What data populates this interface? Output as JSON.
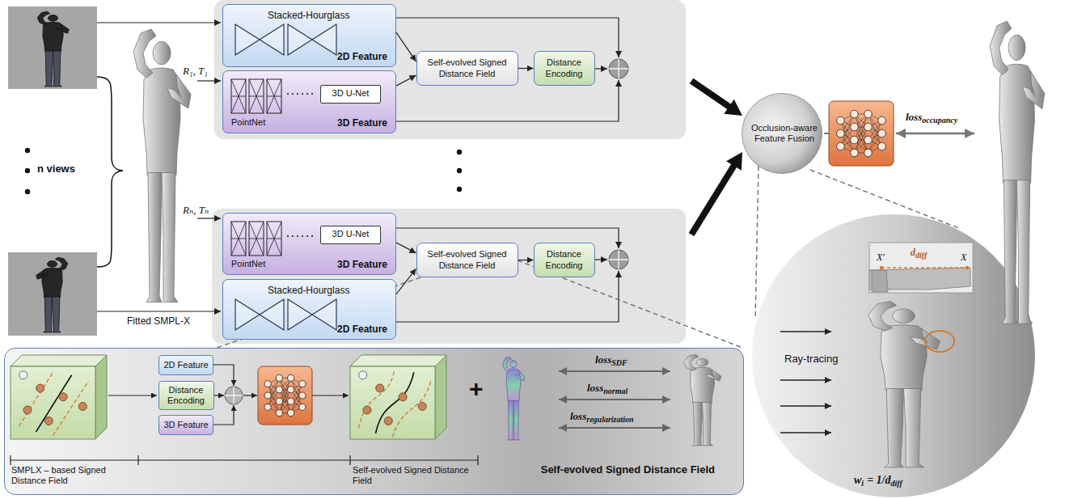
{
  "diagram": {
    "nodes": [
      {
        "text": [
          "Stacked-Hourglass",
          "2D Feature"
        ]
      },
      {
        "text": [
          "PointNet",
          "3D Feature"
        ]
      },
      {
        "text": [
          "3D U-Net"
        ],
        "in": 1
      },
      {
        "text": [
          "Self-evolved Signed Distance Field"
        ]
      },
      {
        "text": [
          "Distance Encoding"
        ]
      },
      {
        "text": [
          "PointNet",
          "3D Feature"
        ]
      },
      {
        "text": [
          "3D U-Net"
        ],
        "in": 5
      },
      {
        "text": [
          "Self-evolved Signed Distance Field"
        ]
      },
      {
        "text": [
          "Distance Encoding"
        ]
      },
      {
        "text": [
          "Stacked-Hourglass",
          "2D Feature"
        ]
      },
      {
        "text": [
          "Occlusion-aware Feature Fusion"
        ]
      },
      {
        "text": [
          "Self-evolved Signed Distance Field"
        ]
      },
      {
        "text": [
          "2D Feature"
        ],
        "in": 11
      },
      {
        "text": [
          "Distance Encoding"
        ],
        "in": 11
      },
      {
        "text": [
          "3D Feature"
        ],
        "in": 11
      }
    ],
    "edges": [
      {
        "from": 0,
        "to": 3,
        "arrow": "to"
      },
      {
        "from": 2,
        "to": 3,
        "arrow": "to"
      },
      {
        "from": 3,
        "to": 4,
        "arrow": "to"
      },
      {
        "from": 9,
        "to": 7,
        "arrow": "to"
      },
      {
        "from": 6,
        "to": 7,
        "arrow": "to"
      },
      {
        "from": 7,
        "to": 8,
        "arrow": "to"
      }
    ],
    "labels": [
      "n views",
      "Fitted SMPL-X",
      "R₁, T₁",
      "Rₙ, Tₙ",
      "SMPLX – based Signed Distance Field",
      "Self-evolved Signed Distance Field",
      "+",
      "loss",
      "SDF",
      "loss",
      "normal",
      "loss",
      "regularization",
      "loss",
      "occupancy",
      "X'",
      "X",
      "d",
      "diff",
      "Ray-tracing",
      "w",
      "i",
      "= 1/d",
      "diff"
    ]
  }
}
